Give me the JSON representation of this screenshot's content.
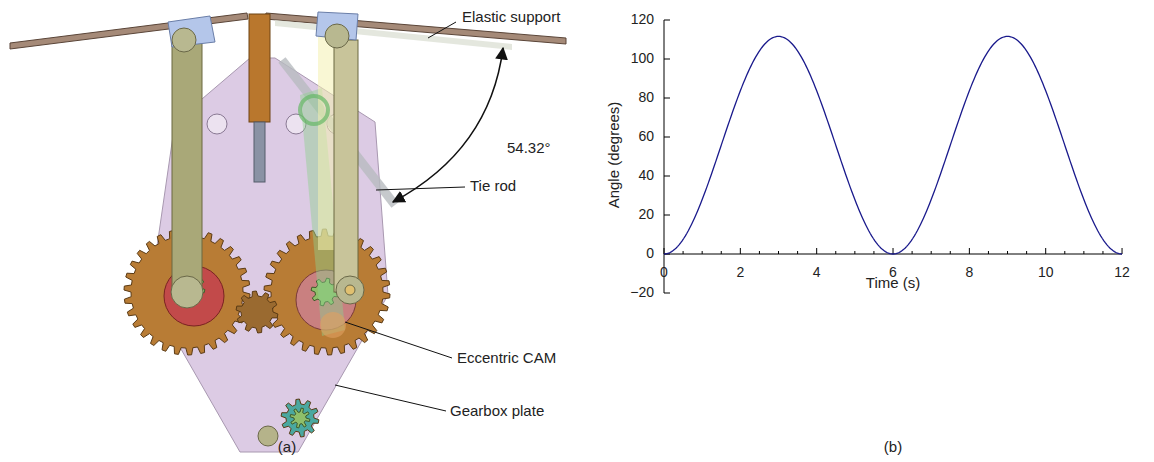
{
  "diagram": {
    "labels": [
      "Elastic support",
      "54.32°",
      "Tie rod",
      "Eccentric CAM",
      "Gearbox plate",
      "(a)",
      "120",
      "100",
      "80",
      "60",
      "40",
      "20",
      "0",
      "−20",
      "0",
      "2",
      "4",
      "6",
      "8",
      "10",
      "12",
      "Time (s)",
      "Angle (degrees)",
      "(b)"
    ]
  }
}
